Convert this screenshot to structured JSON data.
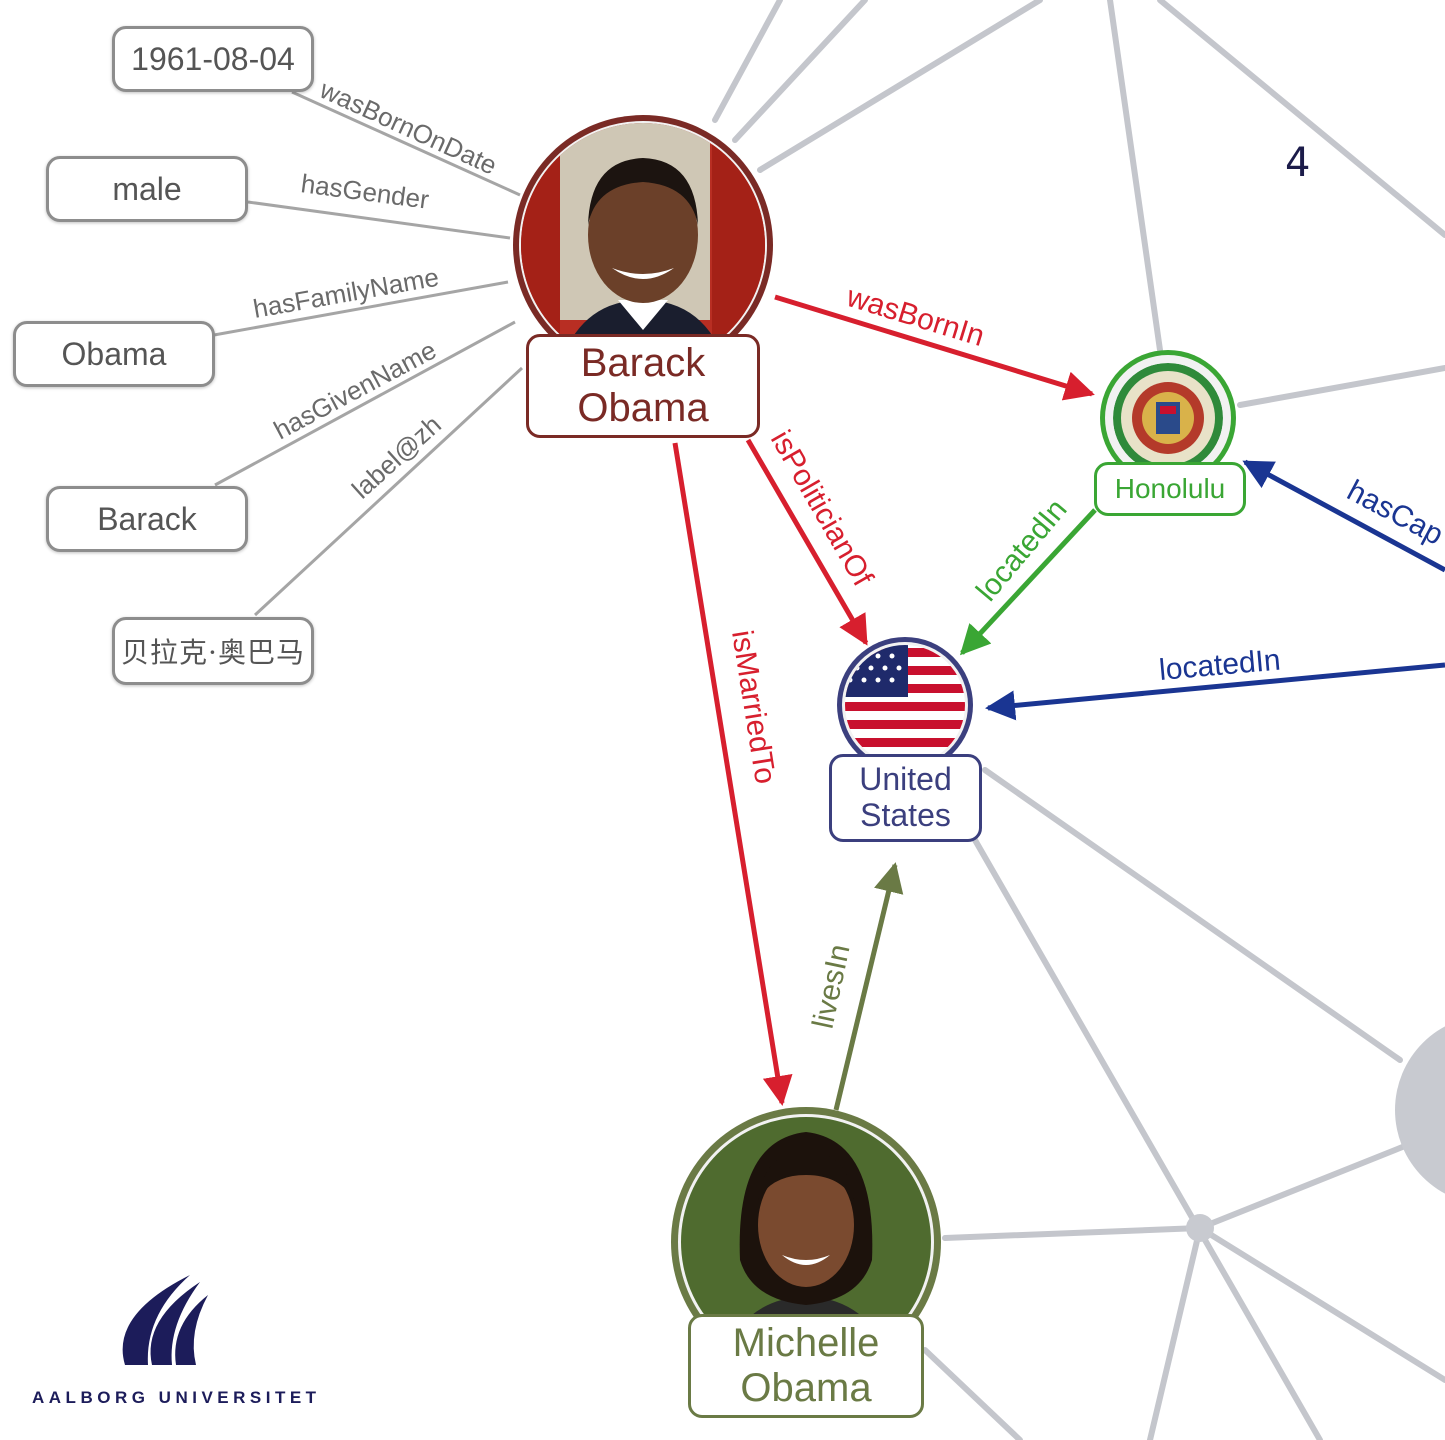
{
  "slide_number": "4",
  "colors": {
    "barack": "#7a2a25",
    "barack_edges": "#d71f2e",
    "honolulu": "#3aa634",
    "us": "#3b3f7e",
    "michelle": "#6a7a45",
    "blue_edges": "#1a3592",
    "gray_edges": "#c4c6cc",
    "logo": "#1c1c5a"
  },
  "literals": {
    "birth_date": "1961-08-04",
    "gender": "male",
    "family_name": "Obama",
    "given_name": "Barack",
    "label_zh": "贝拉克·奥巴马"
  },
  "entities": {
    "barack": {
      "line1": "Barack",
      "line2": "Obama",
      "photo": "portrait-photo"
    },
    "honolulu": {
      "label": "Honolulu",
      "photo": "city-seal-icon"
    },
    "us": {
      "line1": "United",
      "line2": "States",
      "photo": "us-flag-icon"
    },
    "michelle": {
      "line1": "Michelle",
      "line2": "Obama",
      "photo": "portrait-photo"
    }
  },
  "edges": {
    "was_born_on_date": "wasBornOnDate",
    "has_gender": "hasGender",
    "has_family_name": "hasFamilyName",
    "has_given_name": "hasGivenName",
    "label_zh": "label@zh",
    "was_born_in": "wasBornIn",
    "is_politician_of": "isPoliticianOf",
    "is_married_to": "isMarriedTo",
    "located_in_honolulu": "locatedIn",
    "located_in_blue": "locatedIn",
    "has_capital_partial": "hasCap",
    "lives_in": "livesIn"
  },
  "logo": {
    "text": "AALBORG UNIVERSITET"
  }
}
